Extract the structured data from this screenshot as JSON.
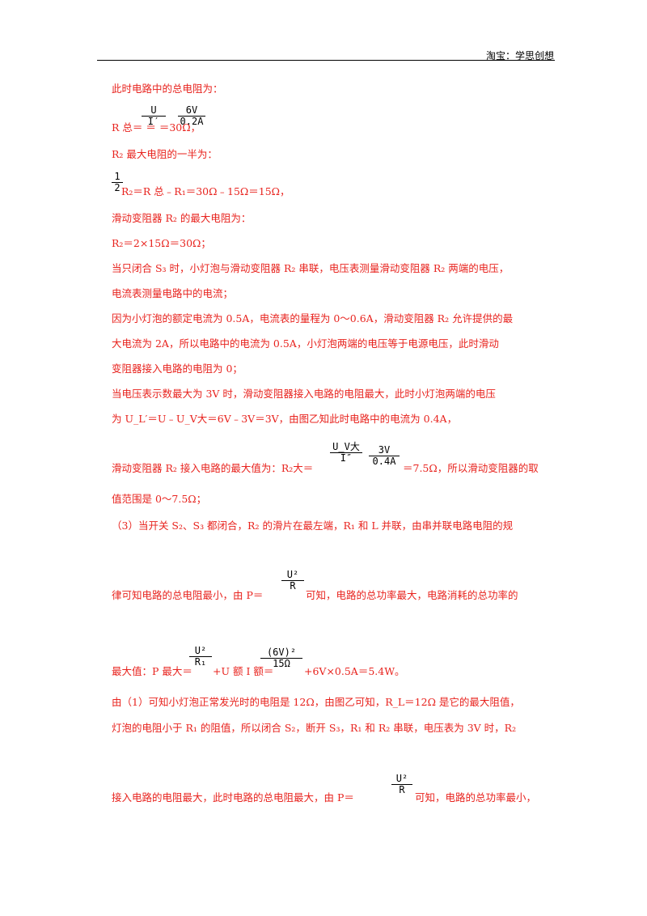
{
  "header": {
    "text": "淘宝：学思创想"
  },
  "lines": {
    "l1": "此时电路中的总电阻为：",
    "l2": "R 总＝      ＝      ＝30Ω，",
    "l3": "R₂ 最大电阻的一半为：",
    "l4": " R₂＝R 总﹣R₁＝30Ω﹣15Ω＝15Ω，",
    "l5": "滑动变阻器 R₂ 的最大电阻为：",
    "l6": "R₂＝2×15Ω＝30Ω；",
    "l7": "当只闭合 S₃ 时，小灯泡与滑动变阻器 R₂ 串联，电压表测量滑动变阻器 R₂ 两端的电压，",
    "l8": "电流表测量电路中的电流；",
    "l9": "因为小灯泡的额定电流为 0.5A，电流表的量程为 0～0.6A，滑动变阻器 R₂ 允许提供的最",
    "l10": "大电流为 2A，所以电路中的电流为 0.5A，小灯泡两端的电压等于电源电压，此时滑动",
    "l11": "变阻器接入电路的电阻为 0；",
    "l12": "当电压表示数最大为 3V 时，滑动变阻器接入电路的电阻最大，此时小灯泡两端的电压",
    "l13": "为 U_L′＝U﹣U_V大＝6V﹣3V＝3V，由图乙知此时电路中的电流为 0.4A，",
    "l14a": "滑动变阻器 R₂ 接入电路的最大值为：R₂大＝",
    "l14b": "＝7.5Ω，所以滑动变阻器的取",
    "l15": "值范围是 0～7.5Ω；",
    "l16": "（3）当开关 S₂、S₃ 都闭合，R₂ 的滑片在最左端，R₁ 和 L 并联，由串并联电路电阻的规",
    "l17a": "律可知电路的总电阻最小，由 P＝",
    "l17b": "可知，电路的总功率最大，电路消耗的总功率的",
    "l18a": "最大值：P 最大＝",
    "l18b": "+U 额 I 额＝",
    "l18c": "+6V×0.5A＝5.4W。",
    "l19": "由（1）可知小灯泡正常发光时的电阻是 12Ω，由图乙可知，R_L＝12Ω 是它的最大阻值，",
    "l20": "灯泡的电阻小于 R₁ 的阻值，所以闭合 S₂，断开 S₃，R₁ 和 R₂ 串联，电压表为 3V 时，R₂",
    "l21a": "接入电路的电阻最大，此时电路的总电阻最大，由 P＝",
    "l21b": "可知，电路的总功率最小，"
  },
  "fractions": {
    "f1": {
      "num": "U",
      "den": "I′"
    },
    "f2": {
      "num": "6V",
      "den": "0.2A"
    },
    "f3": {
      "num": "1",
      "den": "2"
    },
    "f4": {
      "num": "U_V大",
      "den": "I″"
    },
    "f5": {
      "num": "3V",
      "den": "0.4A"
    },
    "f6": {
      "num": "U²",
      "den": "R"
    },
    "f7": {
      "num": "U²",
      "den": "R₁"
    },
    "f8": {
      "num": "(6V)²",
      "den": "15Ω"
    },
    "f9": {
      "num": "U²",
      "den": "R"
    }
  }
}
